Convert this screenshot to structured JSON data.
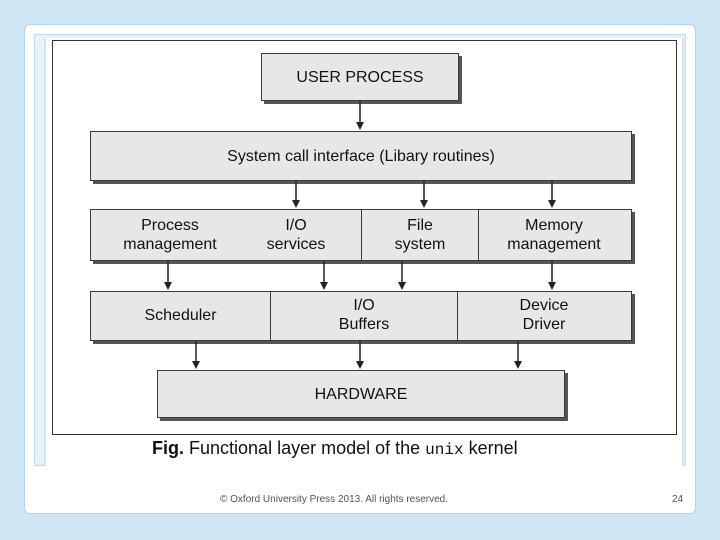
{
  "diagram": {
    "user_process": "USER PROCESS",
    "syscall": "System call interface (Libary routines)",
    "process_mgmt_1": "Process",
    "process_mgmt_2": "management",
    "io_services_1": "I/O",
    "io_services_2": "services",
    "file_system_1": "File",
    "file_system_2": "system",
    "memory_mgmt_1": "Memory",
    "memory_mgmt_2": "management",
    "scheduler": "Scheduler",
    "io_buffers_1": "I/O",
    "io_buffers_2": "Buffers",
    "device_driver_1": "Device",
    "device_driver_2": "Driver",
    "hardware": "HARDWARE"
  },
  "caption": {
    "fig": "Fig.",
    "text_before": "Functional layer model of the",
    "unix": "unix",
    "text_after": "kernel"
  },
  "footer": {
    "copyright": "© Oxford University Press 2013. All rights reserved.",
    "page": "24"
  },
  "colors": {
    "background": "#cfe6f5",
    "box_fill": "#e7e7e7"
  }
}
